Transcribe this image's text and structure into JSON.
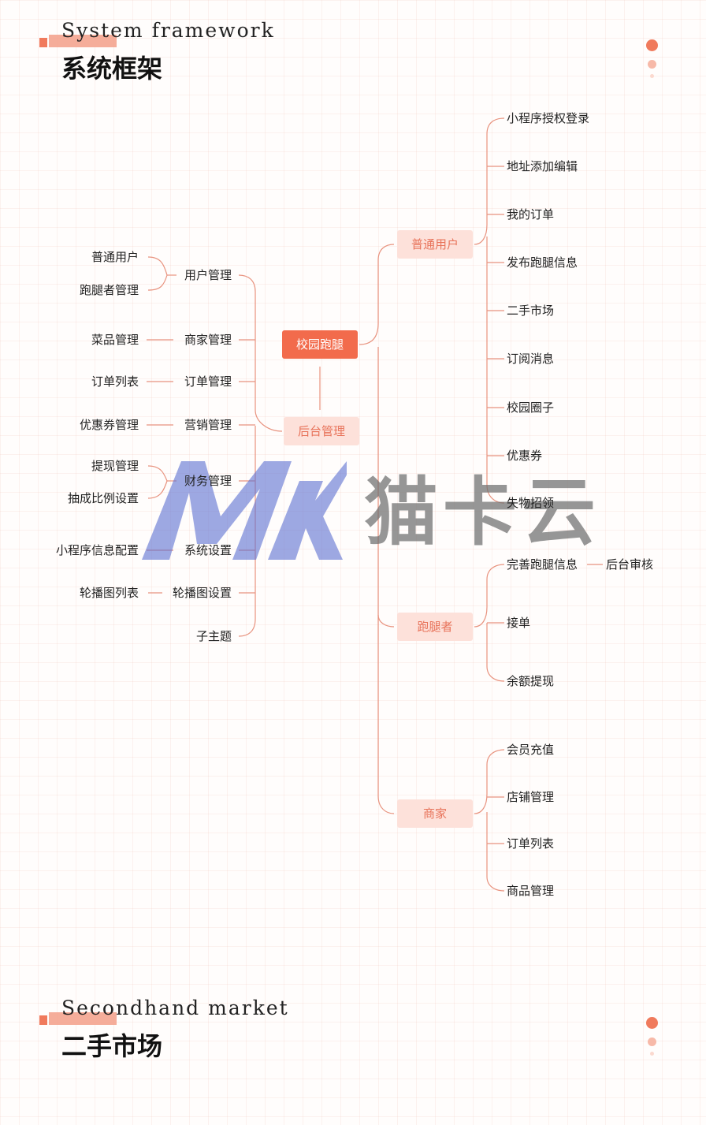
{
  "section1": {
    "subtitle_en": "System framework",
    "title_cn": "系统框架"
  },
  "section2": {
    "subtitle_en": "Secondhand market",
    "title_cn": "二手市场"
  },
  "watermark": {
    "logo": "MK",
    "text": "猫卡云"
  },
  "colors": {
    "accent": "#f26b4c",
    "light": "#fde1da",
    "line": "#e8937f"
  },
  "mindmap": {
    "root": "校园跑腿",
    "admin": {
      "label": "后台管理",
      "children": [
        "用户管理",
        "商家管理",
        "订单管理",
        "营销管理",
        "财务管理",
        "系统设置",
        "轮播图设置",
        "子主题"
      ],
      "grandchildren": {
        "user_mgmt": [
          "普通用户",
          "跑腿者管理"
        ],
        "merchant_mgmt": [
          "菜品管理"
        ],
        "order_mgmt": [
          "订单列表"
        ],
        "marketing": [
          "优惠券管理"
        ],
        "finance": [
          "提现管理",
          "抽成比例设置"
        ],
        "system": [
          "小程序信息配置"
        ],
        "carousel": [
          "轮播图列表"
        ]
      }
    },
    "user": {
      "label": "普通用户",
      "children": [
        "小程序授权登录",
        "地址添加编辑",
        "我的订单",
        "发布跑腿信息",
        "二手市场",
        "订阅消息",
        "校园圈子",
        "优惠券",
        "失物招领"
      ]
    },
    "runner": {
      "label": "跑腿者",
      "children": [
        "完善跑腿信息",
        "接单",
        "余额提现"
      ],
      "extra": "后台审核"
    },
    "merchant": {
      "label": "商家",
      "children": [
        "会员充值",
        "店铺管理",
        "订单列表",
        "商品管理"
      ]
    }
  }
}
